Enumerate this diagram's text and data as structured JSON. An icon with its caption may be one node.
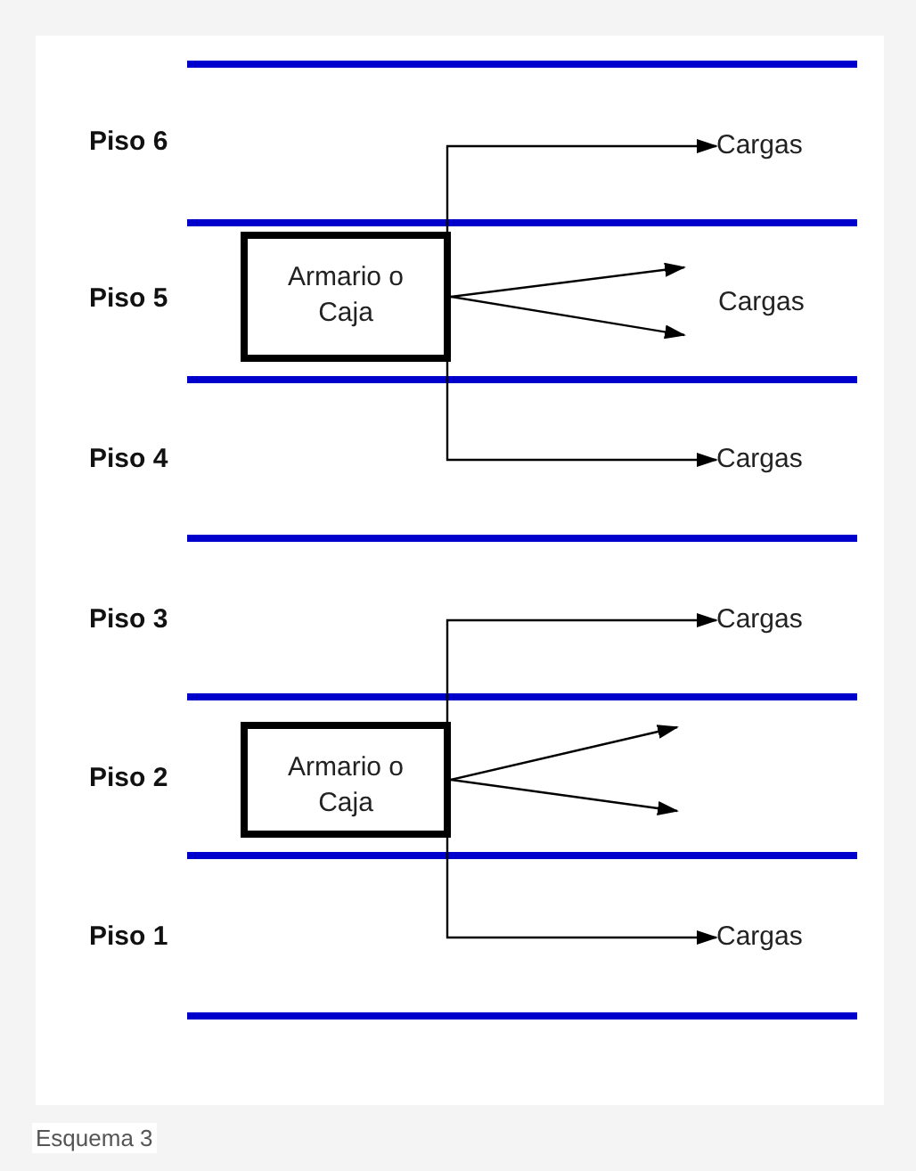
{
  "diagram": {
    "caption": "Esquema 3",
    "nodes": [
      {
        "text": [
          "Cargas"
        ]
      },
      {
        "text": [
          "Armario o Caja"
        ]
      },
      {
        "text": [
          "Cargas"
        ]
      },
      {
        "text": [
          "Cargas"
        ]
      },
      {
        "text": [
          "Cargas"
        ]
      },
      {
        "text": [
          "Armario o Caja"
        ]
      },
      {
        "text": [
          "Cargas"
        ]
      }
    ],
    "edges": [
      {
        "from": 1,
        "to": 0,
        "arrow": "to"
      },
      {
        "from": 1,
        "to": 2,
        "arrow": "to"
      },
      {
        "from": 1,
        "to": 2,
        "arrow": "to"
      },
      {
        "from": 1,
        "to": 3,
        "arrow": "to"
      },
      {
        "from": 5,
        "to": 4,
        "arrow": "to"
      },
      {
        "from": 5,
        "to": null,
        "arrow": "to"
      },
      {
        "from": 5,
        "to": null,
        "arrow": "to"
      },
      {
        "from": 5,
        "to": 6,
        "arrow": "to"
      }
    ],
    "labels": [
      "Piso 6",
      "Piso 5",
      "Piso 4",
      "Piso 3",
      "Piso 2",
      "Piso 1"
    ]
  }
}
